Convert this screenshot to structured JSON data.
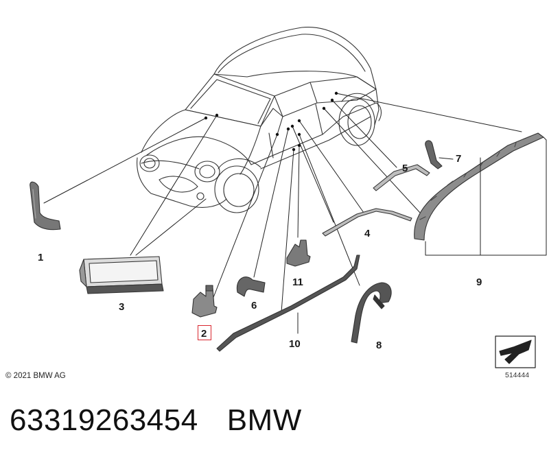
{
  "diagram": {
    "callouts": [
      "1",
      "2",
      "3",
      "4",
      "5",
      "6",
      "7",
      "8",
      "9",
      "10",
      "11"
    ],
    "highlighted_callout": "2",
    "copyright": "© 2021 BMW AG",
    "diagram_id": "514444",
    "accent_color": "#d9262e"
  },
  "footer": {
    "part_number": "63319263454",
    "brand": "BMW"
  }
}
